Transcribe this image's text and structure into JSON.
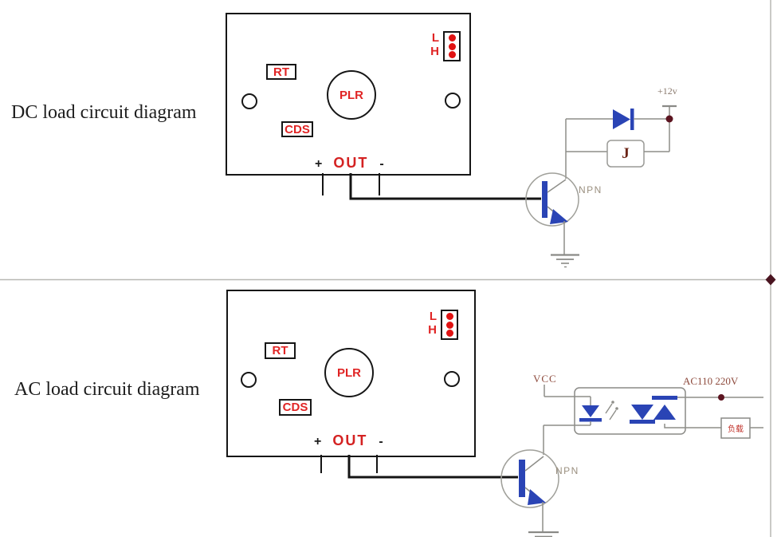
{
  "dc": {
    "title": "DC load circuit diagram",
    "module": {
      "jumper_low": "L",
      "jumper_high": "H",
      "rt_label": "RT",
      "plr_label": "PLR",
      "cds_label": "CDS",
      "out_plus": "+",
      "out_label": "OUT",
      "out_minus": "-"
    },
    "circuit": {
      "transistor_label": "NPN",
      "relay_label": "J",
      "supply_label": "+12v"
    }
  },
  "ac": {
    "title": "AC load circuit diagram",
    "module": {
      "jumper_low": "L",
      "jumper_high": "H",
      "rt_label": "RT",
      "plr_label": "PLR",
      "cds_label": "CDS",
      "out_plus": "+",
      "out_label": "OUT",
      "out_minus": "-"
    },
    "circuit": {
      "transistor_label": "NPN",
      "vcc_label": "VCC",
      "mains_label": "AC110 220V",
      "load_label": "负载"
    }
  },
  "colors": {
    "module_label_red": "#e02424",
    "jumper_pin_red": "#e01212",
    "component_blue": "#2a44b5",
    "wire_gray": "#8e8e89",
    "junction_maroon": "#5c1420",
    "annotation_brown": "#8d4a3c",
    "frame_gray": "#b8b8b3"
  }
}
